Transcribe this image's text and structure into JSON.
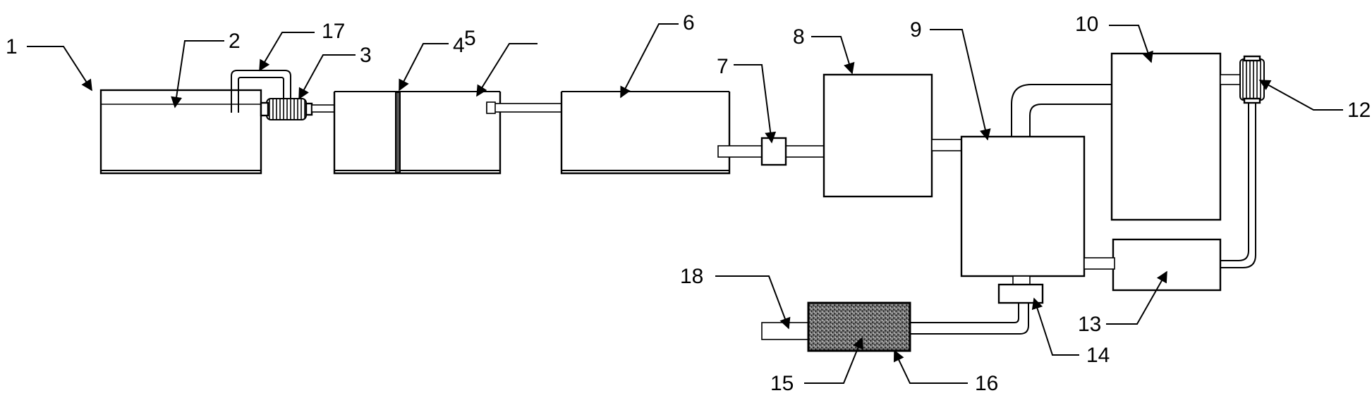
{
  "diagram": {
    "labels": [
      {
        "id": "1",
        "text": "1"
      },
      {
        "id": "2",
        "text": "2"
      },
      {
        "id": "3",
        "text": "3"
      },
      {
        "id": "4",
        "text": "4"
      },
      {
        "id": "5",
        "text": "5"
      },
      {
        "id": "6",
        "text": "6"
      },
      {
        "id": "7",
        "text": "7"
      },
      {
        "id": "8",
        "text": "8"
      },
      {
        "id": "9",
        "text": "9"
      },
      {
        "id": "10",
        "text": "10"
      },
      {
        "id": "12",
        "text": "12"
      },
      {
        "id": "13",
        "text": "13"
      },
      {
        "id": "14",
        "text": "14"
      },
      {
        "id": "15",
        "text": "15"
      },
      {
        "id": "16",
        "text": "16"
      },
      {
        "id": "17",
        "text": "17"
      },
      {
        "id": "18",
        "text": "18"
      }
    ]
  }
}
